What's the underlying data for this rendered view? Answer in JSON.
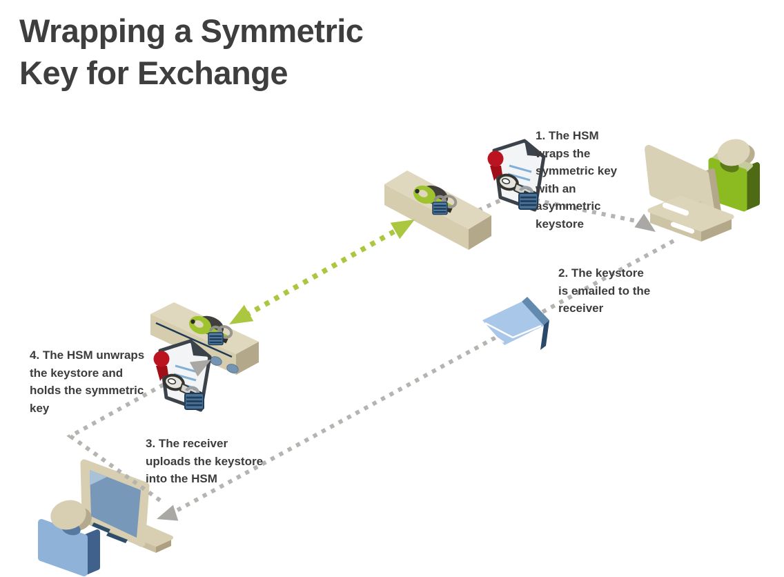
{
  "title": "Wrapping a Symmetric\nKey for Exchange",
  "steps": [
    {
      "label": "1. The HSM\nwraps the\nsymmetric key\nwith an\nasymmetric\nkeystore"
    },
    {
      "label": "2. The keystore\nis emailed to the\nreceiver"
    },
    {
      "label": "3. The receiver\nuploads the keystore\ninto the HSM"
    },
    {
      "label": "4. The HSM unwraps\nthe keystore and\nholds the symmetric\nkey"
    }
  ],
  "icons": {
    "hsm-appliance-icon": "beige isometric slab appliance",
    "symmetric-key-icon": "green key with blue padlock",
    "wrapped-keystore-icon": "certificate document with red ribbon, key and padlock",
    "email-envelope-icon": "blue isometric envelope",
    "sender-person-icon": "green person at computer",
    "receiver-person-icon": "blue person at computer",
    "monitor-icon": "beige computer monitor",
    "arrow-icon": "dotted arrow"
  },
  "colors": {
    "title_text": "#3f3e3e",
    "annotation_text": "#3d3c3c",
    "hsm_top": "#e0d8be",
    "hsm_front": "#d6cdaf",
    "hsm_side": "#b3a98a",
    "key_green": "#9ec32e",
    "arrow_green": "#abc740",
    "arrow_gray": "#b5b4b0",
    "person_green_front": "#8bbb21",
    "person_green_side": "#4e6a15",
    "person_blue_front": "#8fb3d8",
    "person_blue_side": "#3f618c",
    "envelope_blue": "#a9c7e8",
    "envelope_band": "#628aae",
    "envelope_dark": "#2b4a6b",
    "ribbon_red": "#bb1420",
    "lock_blue": "#4a7298",
    "screen_blue": "#7898ba"
  }
}
